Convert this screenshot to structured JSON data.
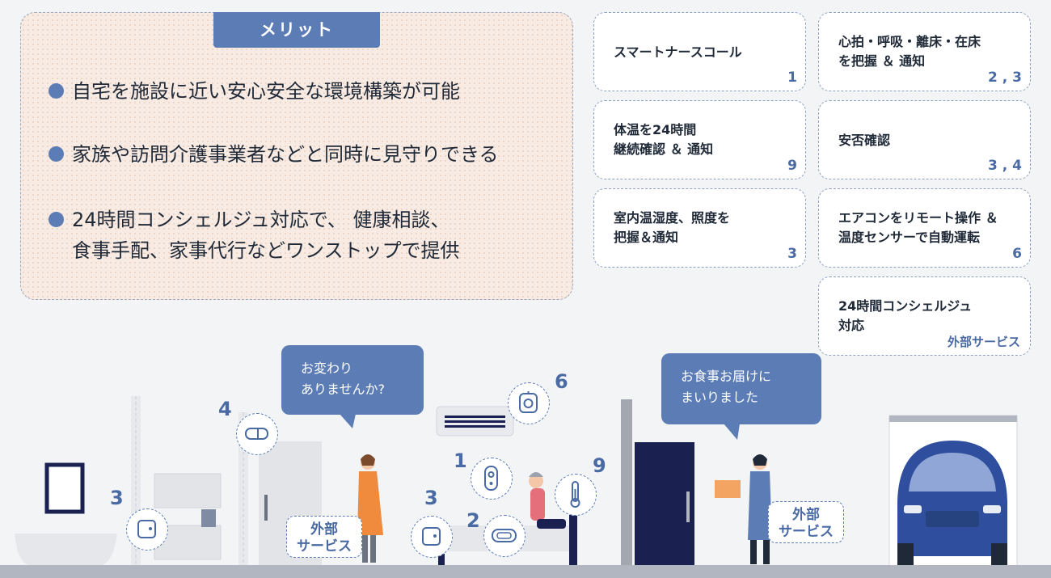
{
  "merit": {
    "title": "メリット",
    "items": [
      "自宅を施設に近い安心安全な環境構築が可能",
      "家族や訪問介護事業者などと同時に見守りできる",
      "24時間コンシェルジュ対応で、 健康相談、\n食事手配、家事代行などワンストップで提供"
    ]
  },
  "cards": [
    {
      "text": "スマートナースコール",
      "num": "1"
    },
    {
      "text": "心拍・呼吸・離床・在床\nを把握 ＆ 通知",
      "num": "2 , 3"
    },
    {
      "text": "体温を24時間\n継続確認 ＆ 通知",
      "num": "9"
    },
    {
      "text": "安否確認",
      "num": "3 , 4"
    },
    {
      "text": "室内温湿度、照度を\n把握＆通知",
      "num": "3"
    },
    {
      "text": "エアコンをリモート操作 ＆\n温度センサーで自動運転",
      "num": "6"
    },
    {
      "text": "24時間コンシェルジュ\n対応",
      "sub": "外部サービス"
    }
  ],
  "scene": {
    "bubble_left": "お変わり\nありませんか?",
    "bubble_right": "お食事お届けに\nまいりました",
    "service_label": "外部\nサービス",
    "numbers": [
      "3",
      "4",
      "6",
      "1",
      "3",
      "2",
      "9"
    ]
  },
  "colors": {
    "accent": "#5b7cb5",
    "navy": "#1a2150",
    "truck": "#2f4f9e",
    "apron": "#f08a3c"
  },
  "icons": [
    "door-sensor-icon",
    "room-sensor-icon",
    "nurse-call-icon",
    "bed-sensor-icon",
    "thermometer-icon",
    "ac-sensor-icon"
  ]
}
